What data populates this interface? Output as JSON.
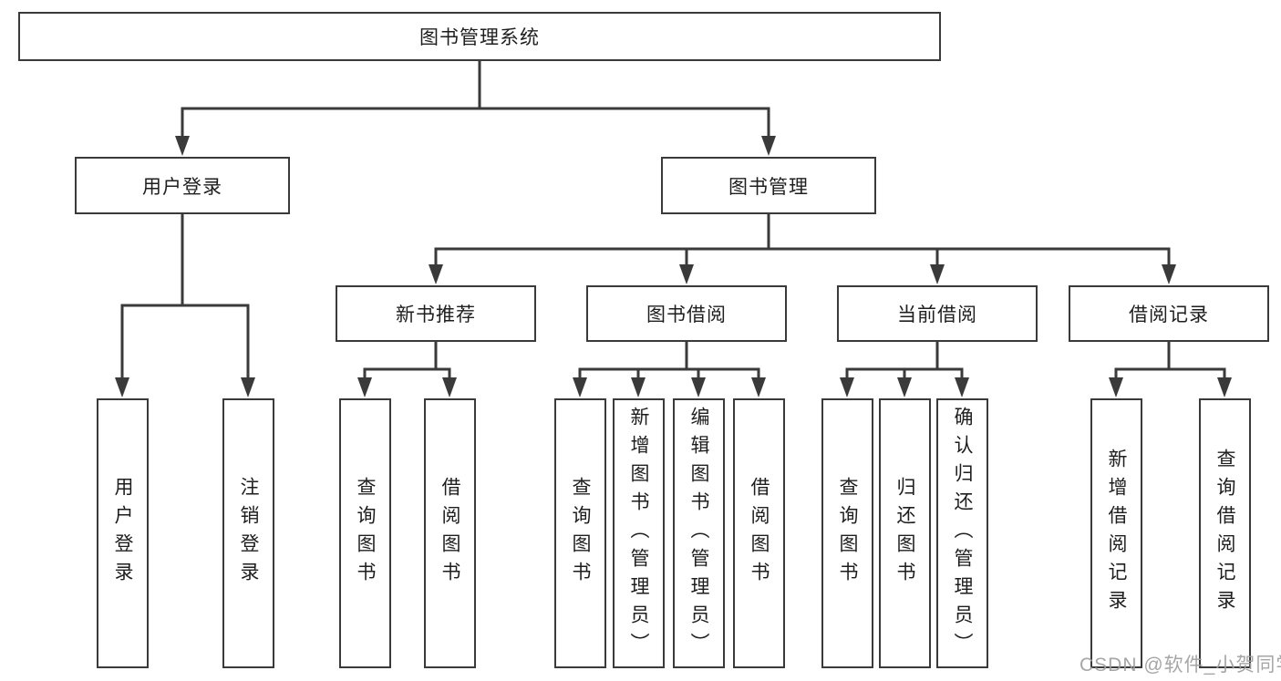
{
  "diagram": {
    "root": {
      "label": "图书管理系统"
    },
    "level2": [
      {
        "label": "用户登录",
        "children": [
          {
            "label": "用户登录"
          },
          {
            "label": "注销登录"
          }
        ]
      },
      {
        "label": "图书管理",
        "children": [
          {
            "label": "新书推荐",
            "children": [
              {
                "label": "查询图书"
              },
              {
                "label": "借阅图书"
              }
            ]
          },
          {
            "label": "图书借阅",
            "children": [
              {
                "label": "查询图书"
              },
              {
                "label": "新增图书（管理员）"
              },
              {
                "label": "编辑图书（管理员）"
              },
              {
                "label": "借阅图书"
              }
            ]
          },
          {
            "label": "当前借阅",
            "children": [
              {
                "label": "查询图书"
              },
              {
                "label": "归还图书"
              },
              {
                "label": "确认归还（管理员）"
              }
            ]
          },
          {
            "label": "借阅记录",
            "children": [
              {
                "label": "新增借阅记录"
              },
              {
                "label": "查询借阅记录"
              }
            ]
          }
        ]
      }
    ],
    "watermark": "CSDN @软件_小贺同学",
    "colors": {
      "line": "#3a3a3a",
      "text": "#1e1e1e",
      "background": "#ffffff",
      "watermark": "#9e9e9e"
    }
  }
}
